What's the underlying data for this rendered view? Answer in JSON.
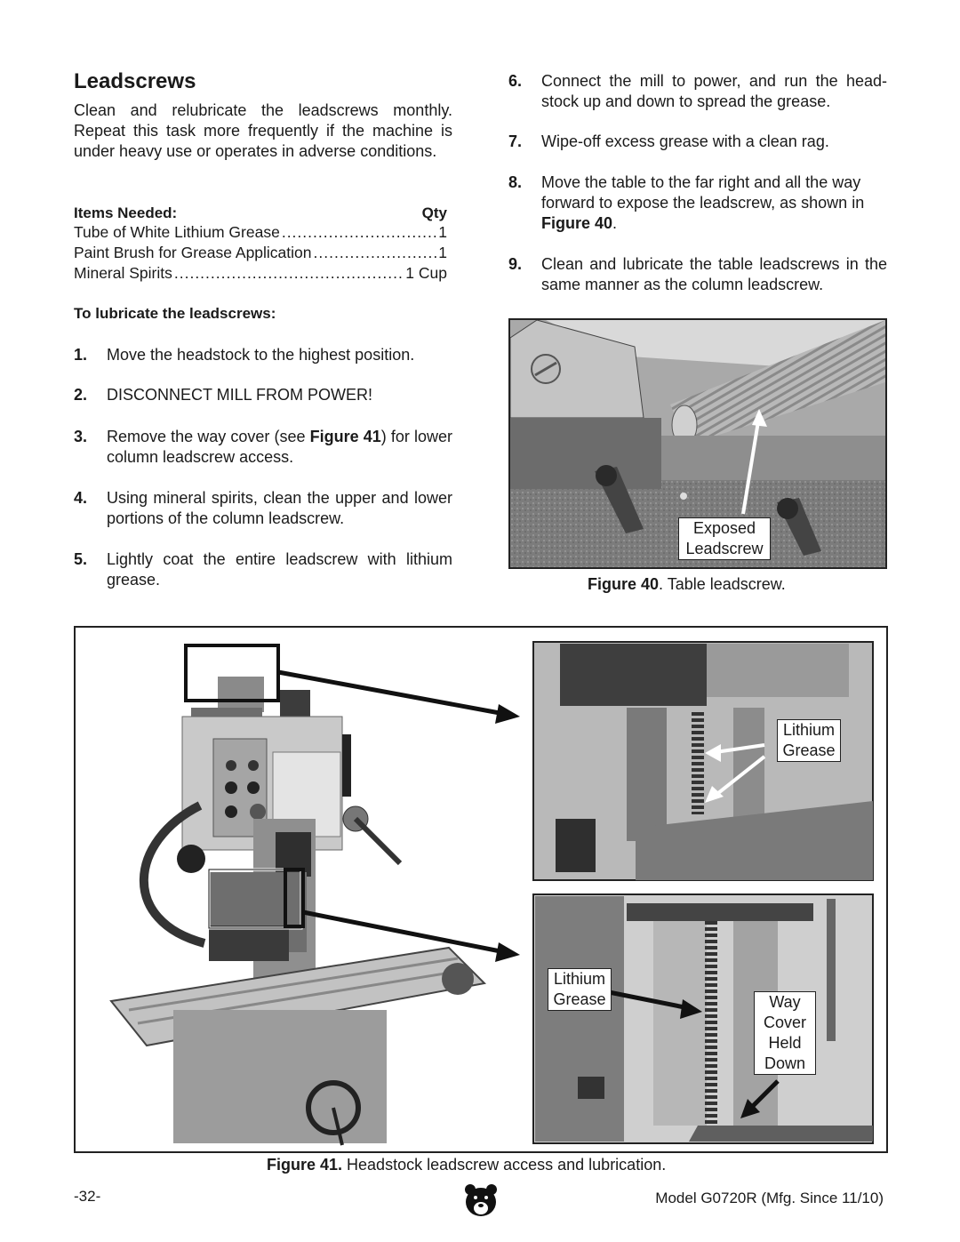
{
  "section": {
    "title": "Leadscrews",
    "intro": "Clean and relubricate the leadscrews monthly. Repeat this task more frequently if the machine is under heavy use or operates in adverse conditions."
  },
  "items": {
    "header_label": "Items Needed:",
    "header_qty": "Qty",
    "rows": [
      {
        "name": "Tube of White Lithium Grease",
        "qty": "1"
      },
      {
        "name": "Paint Brush for Grease Application",
        "qty": "1"
      },
      {
        "name": "Mineral Spirits",
        "qty": "1 Cup"
      }
    ]
  },
  "procedure": {
    "heading": "To lubricate the leadscrews:",
    "steps": [
      {
        "num": "1.",
        "text": "Move the headstock to the highest position."
      },
      {
        "num": "2.",
        "text": "DISCONNECT MILL FROM POWER!"
      },
      {
        "num": "3.",
        "pre": "Remove the way cover (see ",
        "ref": "Figure 41",
        "post": ") for lower column leadscrew access."
      },
      {
        "num": "4.",
        "text": "Using mineral spirits, clean the upper and lower portions of the column leadscrew."
      },
      {
        "num": "5.",
        "text": "Lightly coat the entire leadscrew with lithium grease."
      },
      {
        "num": "6.",
        "text": "Connect the mill to power, and run the head-stock up and down to spread the grease."
      },
      {
        "num": "7.",
        "text": "Wipe-off excess grease with a clean rag."
      },
      {
        "num": "8.",
        "pre": "Move the table to the far right and all the way forward to expose the leadscrew, as shown in ",
        "ref": "Figure 40",
        "post": "."
      },
      {
        "num": "9.",
        "text": "Clean and lubricate the table leadscrews in the same manner as the column leadscrew."
      }
    ]
  },
  "figure40": {
    "label_line1": "Exposed",
    "label_line2": "Leadscrew",
    "caption_ref": "Figure 40",
    "caption_text": ". Table leadscrew."
  },
  "figure41": {
    "top_label_line1": "Lithium",
    "top_label_line2": "Grease",
    "bottom_label_line1": "Lithium",
    "bottom_label_line2": "Grease",
    "cover_label": [
      "Way",
      "Cover",
      "Held",
      "Down"
    ],
    "caption_ref": "Figure 41.",
    "caption_text": " Headstock leadscrew access and lubrication."
  },
  "footer": {
    "page_number": "-32-",
    "model": "Model G0720R (Mfg. Since 11/10)",
    "logo_icon": "bear-head-logo"
  }
}
